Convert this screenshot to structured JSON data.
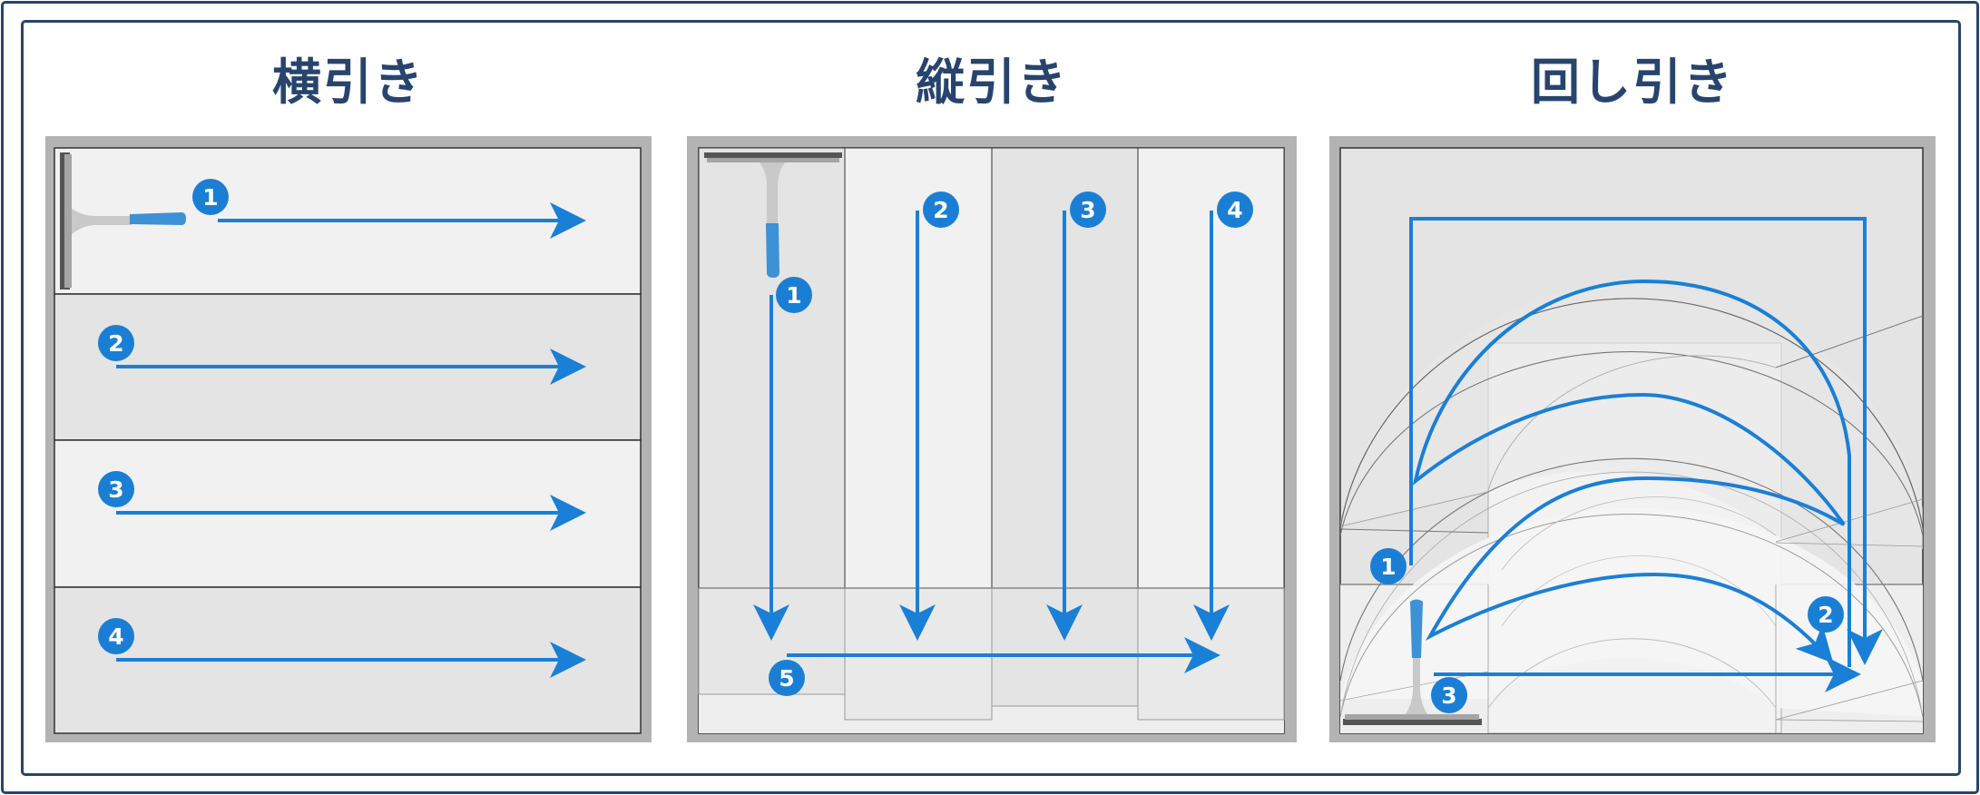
{
  "colors": {
    "frame_border": "#27446e",
    "title": "#27446e",
    "panel_frame": "#b3b3b3",
    "tile_light": "#f1f1f1",
    "tile_mid": "#e4e4e4",
    "arrow_blue": "#1a7fd6",
    "badge_blue": "#1a7fd4",
    "grip_blue": "#3d91d6"
  },
  "panels": [
    {
      "title": "横引き",
      "method": "horizontal",
      "steps": [
        {
          "label": "1",
          "direction": "left-to-right"
        },
        {
          "label": "2",
          "direction": "left-to-right"
        },
        {
          "label": "3",
          "direction": "left-to-right"
        },
        {
          "label": "4",
          "direction": "left-to-right"
        }
      ]
    },
    {
      "title": "縦引き",
      "method": "vertical",
      "steps": [
        {
          "label": "1",
          "direction": "top-to-bottom"
        },
        {
          "label": "2",
          "direction": "top-to-bottom"
        },
        {
          "label": "3",
          "direction": "top-to-bottom"
        },
        {
          "label": "4",
          "direction": "top-to-bottom"
        },
        {
          "label": "5",
          "direction": "left-to-right"
        }
      ]
    },
    {
      "title": "回し引き",
      "method": "circular",
      "steps": [
        {
          "label": "1",
          "direction": "up-across-down"
        },
        {
          "label": "2",
          "direction": "serpentine-arcs"
        },
        {
          "label": "3",
          "direction": "left-to-right"
        }
      ]
    }
  ],
  "icons": {
    "squeegee": "squeegee-icon",
    "arrow": "arrow-right-icon",
    "badge": "number-badge-icon"
  }
}
